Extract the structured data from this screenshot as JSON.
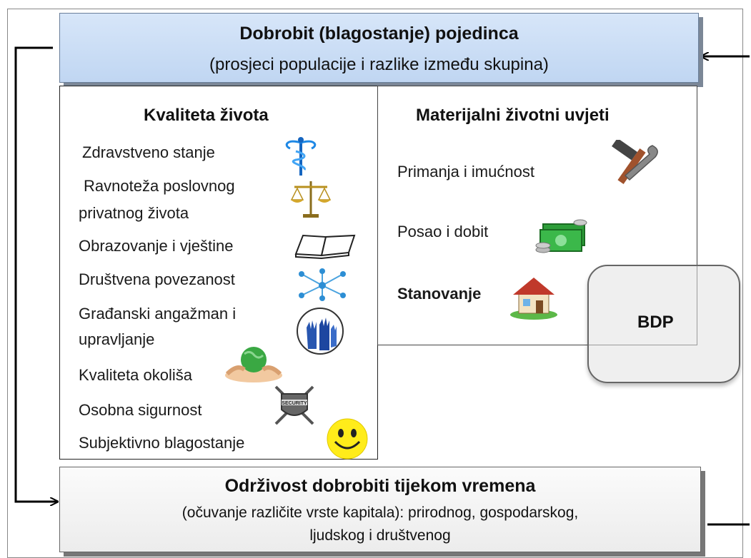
{
  "top": {
    "title": "Dobrobit (blagostanje) pojedinca",
    "subtitle": "(prosjeci populacije i razlike između skupina)"
  },
  "quality": {
    "heading": "Kvaliteta života",
    "items": [
      {
        "label": "Zdravstveno stanje",
        "icon": "caduceus-icon"
      },
      {
        "label": "Ravnoteža poslovnog",
        "label2": "privatnog života",
        "icon": "scales-icon"
      },
      {
        "label": "Obrazovanje i vještine",
        "icon": "open-book-icon"
      },
      {
        "label": "Društvena povezanost",
        "icon": "network-icon"
      },
      {
        "label": "Građanski angažman i",
        "label2": "upravljanje",
        "icon": "raised-hands-icon"
      },
      {
        "label": "Kvaliteta okoliša",
        "icon": "globe-in-hands-icon"
      },
      {
        "label": "Osobna sigurnost",
        "icon": "security-badge-icon"
      },
      {
        "label": "Subjektivno blagostanje",
        "icon": "smiley-icon"
      }
    ]
  },
  "material": {
    "heading": "Materijalni životni uvjeti",
    "items": [
      {
        "label": "Primanja i imućnost",
        "icon": "tools-icon"
      },
      {
        "label": "Posao i dobit",
        "icon": "money-icon"
      },
      {
        "label": "Stanovanje",
        "icon": "house-icon"
      }
    ]
  },
  "bdp": {
    "label": "BDP"
  },
  "bottom": {
    "title": "Održivost dobrobiti tijekom vremena",
    "line1": "(očuvanje različite vrste kapitala): prirodnog,  gospodarskog,",
    "line2": "ljudskog i društvenog"
  },
  "colors": {
    "top_fill": "#c9dcf4",
    "bottom_fill": "#f2f2f2",
    "arrow": "#000000"
  }
}
